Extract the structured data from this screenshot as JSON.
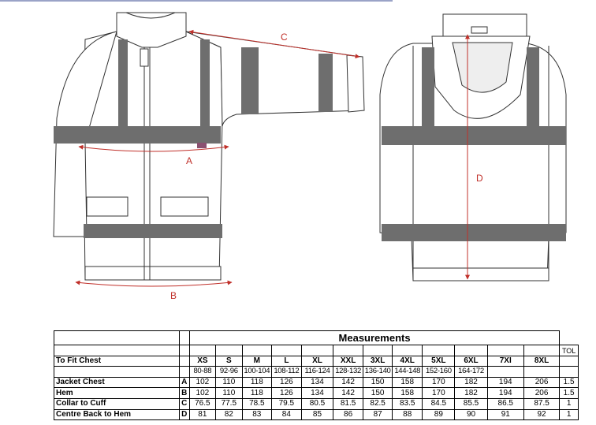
{
  "diagram": {
    "labels": {
      "a": "A",
      "b": "B",
      "c": "C",
      "d": "D"
    },
    "colors": {
      "outline": "#333333",
      "reflective": "#6e6e6e",
      "measure": "#c0302a",
      "flag": "#8a5070"
    }
  },
  "table": {
    "title": "Measurements",
    "tol_header": "TOL",
    "fit_label": "To Fit Chest",
    "sizes": [
      "XS",
      "S",
      "M",
      "L",
      "XL",
      "XXL",
      "3XL",
      "4XL",
      "5XL",
      "6XL",
      "7XI",
      "8XL"
    ],
    "fit_ranges": [
      "80-88",
      "92-96",
      "100-104",
      "108-112",
      "116-124",
      "128-132",
      "136-140",
      "144-148",
      "152-160",
      "164-172",
      "",
      ""
    ],
    "rows": [
      {
        "label": "Jacket Chest",
        "code": "A",
        "values": [
          "102",
          "110",
          "118",
          "126",
          "134",
          "142",
          "150",
          "158",
          "170",
          "182",
          "194",
          "206"
        ],
        "tol": "1.5"
      },
      {
        "label": "Hem",
        "code": "B",
        "values": [
          "102",
          "110",
          "118",
          "126",
          "134",
          "142",
          "150",
          "158",
          "170",
          "182",
          "194",
          "206"
        ],
        "tol": "1.5"
      },
      {
        "label": "Collar to Cuff",
        "code": "C",
        "values": [
          "76.5",
          "77.5",
          "78.5",
          "79.5",
          "80.5",
          "81.5",
          "82.5",
          "83.5",
          "84.5",
          "85.5",
          "86.5",
          "87.5"
        ],
        "tol": "1"
      },
      {
        "label": "Centre Back to Hem",
        "code": "D",
        "values": [
          "81",
          "82",
          "83",
          "84",
          "85",
          "86",
          "87",
          "88",
          "89",
          "90",
          "91",
          "92"
        ],
        "tol": "1"
      }
    ]
  }
}
